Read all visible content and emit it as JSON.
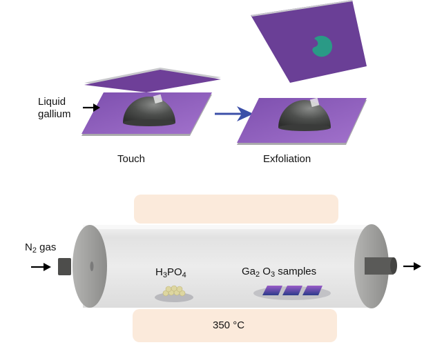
{
  "panel_top": {
    "step1": {
      "caption": "Touch",
      "material_label_line1": "Liquid",
      "material_label_line2": "gallium"
    },
    "step2": {
      "caption": "Exfoliation"
    },
    "colors": {
      "substrate": "#8e5bb8",
      "droplet": "#4a4b4a",
      "exfoliated_film": "#2a9a86",
      "process_arrow": "#3b4fa8"
    }
  },
  "panel_bottom": {
    "inlet_label": {
      "main": "N",
      "sub": "2",
      "rest": " gas"
    },
    "precursor_label": {
      "p1": "H",
      "s1": "3",
      "p2": "PO",
      "s2": "4"
    },
    "sample_label": {
      "p1": "Ga",
      "s1": "2",
      "p2": " O",
      "s2": "3",
      "rest": " samples"
    },
    "temperature": "350 °C",
    "colors": {
      "heater": "#fbeadb",
      "tube": "#e6e6e6",
      "end_cap": "#9a9a98"
    }
  }
}
